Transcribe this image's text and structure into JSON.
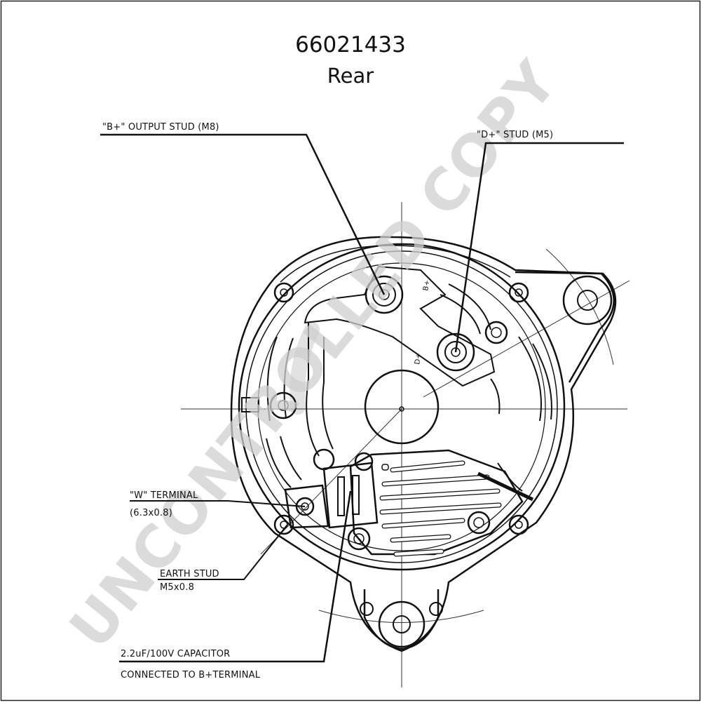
{
  "title": {
    "part_number": "66021433",
    "view": "Rear"
  },
  "callouts": {
    "b_plus": "\"B+\" OUTPUT STUD (M8)",
    "d_plus": "\"D+\" STUD (M5)",
    "w_terminal": "\"W\" TERMINAL",
    "w_size": "(6.3x0.8)",
    "earth_stud": "EARTH STUD",
    "earth_size": "M5x0.8",
    "capacitor_line1": "2.2uF/100V CAPACITOR",
    "capacitor_line2": "CONNECTED TO B+TERMINAL"
  },
  "part_marks": {
    "b_plus": "B+",
    "d_plus": "D+"
  },
  "watermark": "UNCONTROLLED COPY"
}
